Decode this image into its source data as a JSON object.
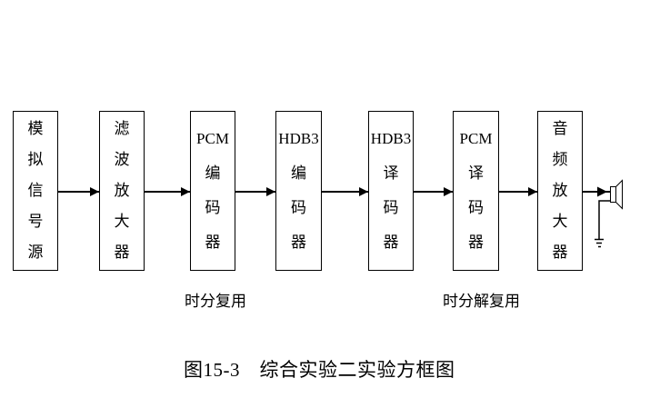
{
  "figure": {
    "blocks": [
      {
        "name": "analog-signal-source",
        "text": "模\n拟\n信\n号\n源"
      },
      {
        "name": "filter-amplifier",
        "text": "滤\n波\n放\n大\n器"
      },
      {
        "name": "pcm-encoder",
        "text": "PCM\n编\n码\n器"
      },
      {
        "name": "hdb3-encoder",
        "text": "HDB3\n编\n码\n器"
      },
      {
        "name": "hdb3-decoder",
        "text": "HDB3\n译\n码\n器"
      },
      {
        "name": "pcm-decoder",
        "text": "PCM\n译\n码\n器"
      },
      {
        "name": "audio-amplifier",
        "text": "音\n频\n放\n大\n器"
      }
    ],
    "annotations": {
      "tdm_label": "时分复用",
      "tdd_label": "时分解复用"
    },
    "caption": "图15-3　综合实验二实验方框图",
    "icons": {
      "speaker": "speaker-icon",
      "ground": "ground-icon"
    },
    "colors": {
      "line": "#000000",
      "background": "#ffffff"
    }
  }
}
